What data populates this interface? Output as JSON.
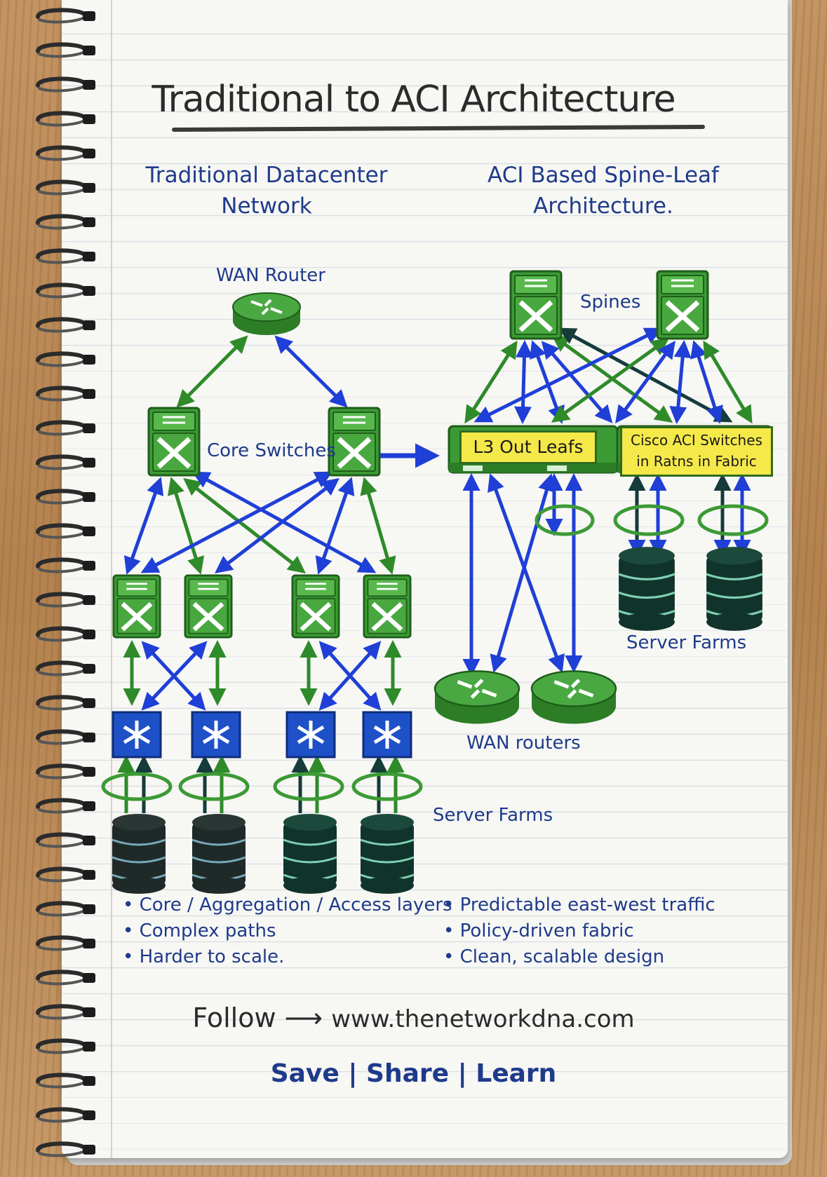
{
  "title": "Traditional to ACI Architecture",
  "left_heading": [
    "Traditional Datacenter",
    "Network"
  ],
  "right_heading": [
    "ACI Based Spine-Leaf",
    "Architecture."
  ],
  "labels": {
    "wan_router": "WAN Router",
    "core_switches": "Core Switches",
    "server_farms_left": "Server Farms",
    "spines": "Spines",
    "l3_out_leafs": "L3 Out Leafs",
    "cisco_aci_line1": "Cisco ACI Switches",
    "cisco_aci_line2": "in Ratns in Fabric",
    "server_farms_right": "Server Farms",
    "wan_routers": "WAN routers"
  },
  "bullets_left": [
    "• Core / Aggregation / Access layers",
    "• Complex paths",
    "• Harder to scale."
  ],
  "bullets_right": [
    "• Predictable east-west traffic",
    "• Policy-driven fabric",
    "• Clean, scalable design"
  ],
  "footer": {
    "follow": "Follow",
    "arrow": "⟶",
    "url": "www.thenetworkdna.com",
    "save": "Save | Share | Learn"
  },
  "colors": {
    "green": "#2f8a2a",
    "blue": "#1f3fd6",
    "ink": "#1e3a8a",
    "switch_green": "#3c9a35",
    "access_blue": "#1e50c8",
    "label_yellow": "#f5e94a"
  },
  "icons": [
    "wan-router-icon",
    "core-switch-icon",
    "aggregation-switch-icon",
    "access-switch-icon",
    "server-stack-icon",
    "spine-switch-icon",
    "leaf-switch-icon",
    "wan-router-icon"
  ]
}
